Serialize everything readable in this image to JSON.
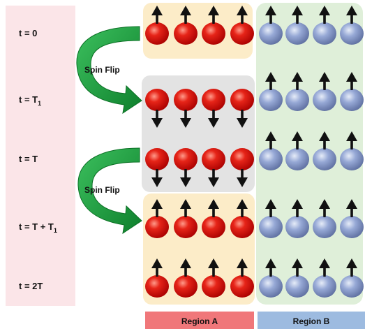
{
  "time_labels": [
    {
      "main": "t = 0",
      "sub": ""
    },
    {
      "main": "t = T",
      "sub": "1"
    },
    {
      "main": "t = T",
      "sub": ""
    },
    {
      "main": "t = T + T",
      "sub": "1"
    },
    {
      "main": "t = 2T",
      "sub": ""
    }
  ],
  "spin_flip_labels": [
    "Spin Flip",
    "Spin Flip"
  ],
  "region_a": {
    "label": "Region A",
    "color": "#f0777a"
  },
  "region_b": {
    "label": "Region B",
    "color": "#9dbbe0"
  },
  "colors": {
    "time_column": "#fbe5e8",
    "region_a_panel": "#fcecc8",
    "region_b_panel": "#dfefd9",
    "flipped_panel": "#e3e3e3",
    "sphere_a": "#e01010",
    "sphere_b": "#8fa3d0",
    "arrow": "#111111",
    "flip_arrow": "#17a33c"
  },
  "spin_rows": [
    {
      "region_a": [
        "up",
        "up",
        "up",
        "up"
      ],
      "region_b": [
        "up",
        "up",
        "up",
        "up"
      ]
    },
    {
      "region_a": [
        "down",
        "down",
        "down",
        "down"
      ],
      "region_b": [
        "up",
        "up",
        "up",
        "up"
      ]
    },
    {
      "region_a": [
        "down",
        "down",
        "down",
        "down"
      ],
      "region_b": [
        "up",
        "up",
        "up",
        "up"
      ]
    },
    {
      "region_a": [
        "up",
        "up",
        "up",
        "up"
      ],
      "region_b": [
        "up",
        "up",
        "up",
        "up"
      ]
    },
    {
      "region_a": [
        "up",
        "up",
        "up",
        "up"
      ],
      "region_b": [
        "up",
        "up",
        "up",
        "up"
      ]
    }
  ]
}
